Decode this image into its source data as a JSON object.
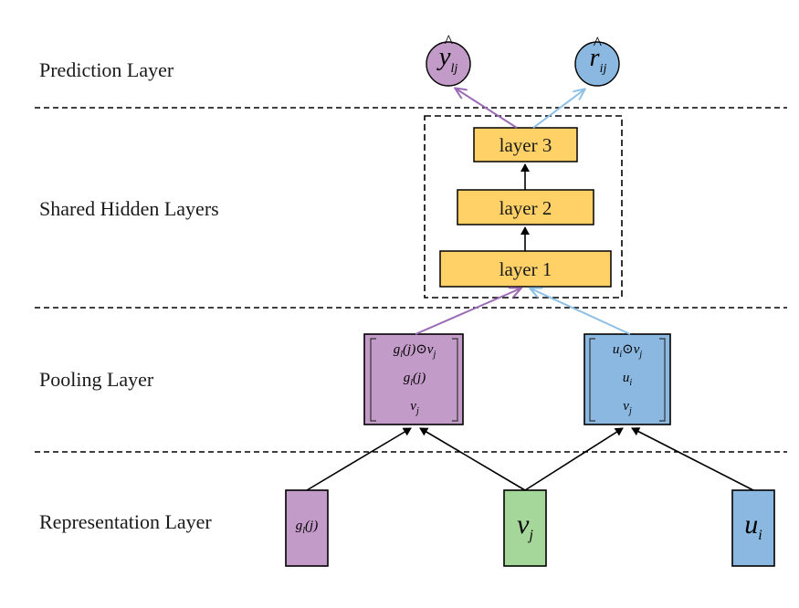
{
  "rows": {
    "prediction": "Prediction Layer",
    "shared": "Shared Hidden Layers",
    "pooling": "Pooling Layer",
    "representation": "Representation Layer"
  },
  "outputs": {
    "y_main": "y",
    "y_sub": "lj",
    "r_main": "r",
    "r_sub": "ij"
  },
  "hidden_layers": [
    "layer 3",
    "layer 2",
    "layer 1"
  ],
  "pool_left": {
    "row1_g": "g",
    "row1_gsub": "l",
    "row1_j": "(j)",
    "row1_op": "⊙",
    "row1_v": "v",
    "row1_vsub": "j",
    "row2_g": "g",
    "row2_gsub": "l",
    "row2_j": "(j)",
    "row3_v": "v",
    "row3_vsub": "j"
  },
  "pool_right": {
    "row1_u": "u",
    "row1_usub": "i",
    "row1_op": "⊙",
    "row1_v": "v",
    "row1_vsub": "j",
    "row2_u": "u",
    "row2_usub": "i",
    "row3_v": "v",
    "row3_vsub": "j"
  },
  "representations": {
    "g_main": "g",
    "g_sub": "l",
    "g_arg": "(j)",
    "v_main": "v",
    "v_sub": "j",
    "u_main": "u",
    "u_sub": "i"
  },
  "colors": {
    "purple": "#c39bc8",
    "blue": "#8ab8e0",
    "green": "#a5d69a",
    "orange": "#ffd166",
    "purple_arrow": "#9b6bb5",
    "blue_arrow": "#8fc0e6",
    "line": "#000000"
  }
}
